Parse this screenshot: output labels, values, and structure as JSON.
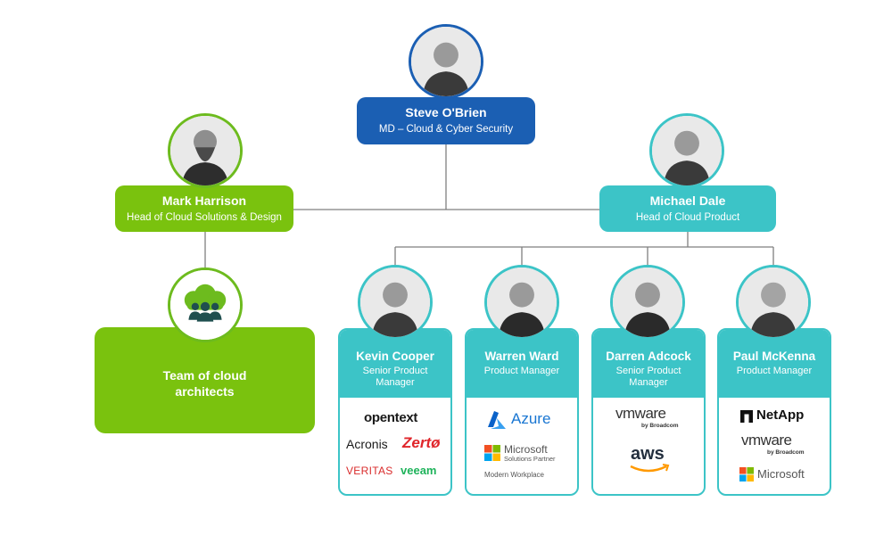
{
  "top": {
    "name": "Steve O'Brien",
    "role": "MD – Cloud & Cyber Security"
  },
  "left": {
    "name": "Mark Harrison",
    "role": "Head of Cloud Solutions & Design"
  },
  "right": {
    "name": "Michael Dale",
    "role": "Head of Cloud Product"
  },
  "team": {
    "label": "Team of cloud architects",
    "icon": "people-cloud-icon"
  },
  "colors": {
    "blue": "#1b5fb3",
    "green": "#7ac20e",
    "teal": "#3cc4c7"
  },
  "cards": [
    {
      "name": "Kevin Cooper",
      "role": "Senior Product Manager",
      "logos": [
        "opentext",
        "Acronis",
        "Zertø",
        "VERITAS",
        "veeam"
      ]
    },
    {
      "name": "Warren Ward",
      "role": "Product Manager",
      "logos": [
        "Azure",
        "Microsoft",
        "Solutions Partner",
        "Modern Workplace"
      ]
    },
    {
      "name": "Darren Adcock",
      "role": "Senior Product Manager",
      "logos": [
        "vmware",
        "by Broadcom",
        "aws"
      ]
    },
    {
      "name": "Paul McKenna",
      "role": "Product Manager",
      "logos": [
        "NetApp",
        "vmware",
        "by Broadcom",
        "Microsoft"
      ]
    }
  ]
}
